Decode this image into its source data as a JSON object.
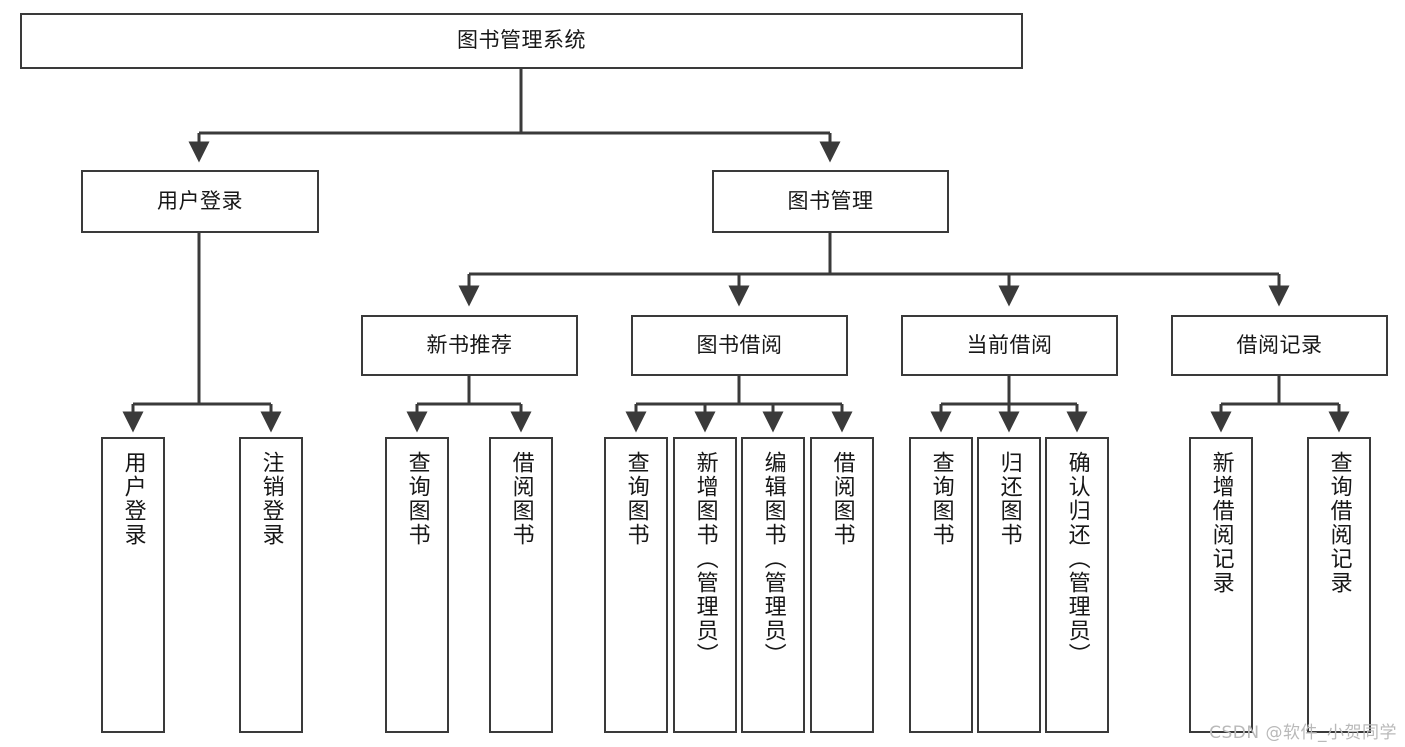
{
  "diagram": {
    "title": "图书管理系统",
    "type": "tree",
    "root": {
      "id": "root",
      "label": "图书管理系统"
    },
    "level2": [
      {
        "id": "user-login",
        "label": "用户登录"
      },
      {
        "id": "book-manage",
        "label": "图书管理"
      }
    ],
    "level3": [
      {
        "id": "new-book-recommend",
        "label": "新书推荐",
        "parent": "book-manage"
      },
      {
        "id": "book-borrow",
        "label": "图书借阅",
        "parent": "book-manage"
      },
      {
        "id": "current-borrow",
        "label": "当前借阅",
        "parent": "book-manage"
      },
      {
        "id": "borrow-record",
        "label": "借阅记录",
        "parent": "book-manage"
      }
    ],
    "leaves": [
      {
        "id": "leaf-user-login",
        "label": "用户登录",
        "parent": "user-login"
      },
      {
        "id": "leaf-logout-login",
        "label": "注销登录",
        "parent": "user-login"
      },
      {
        "id": "leaf-query-book-1",
        "label": "查询图书",
        "parent": "new-book-recommend"
      },
      {
        "id": "leaf-borrow-book-1",
        "label": "借阅图书",
        "parent": "new-book-recommend"
      },
      {
        "id": "leaf-query-book-2",
        "label": "查询图书",
        "parent": "book-borrow"
      },
      {
        "id": "leaf-add-book",
        "label": "新增图书（管理员）",
        "parent": "book-borrow"
      },
      {
        "id": "leaf-edit-book",
        "label": "编辑图书（管理员）",
        "parent": "book-borrow"
      },
      {
        "id": "leaf-borrow-book-2",
        "label": "借阅图书",
        "parent": "book-borrow"
      },
      {
        "id": "leaf-query-book-3",
        "label": "查询图书",
        "parent": "current-borrow"
      },
      {
        "id": "leaf-return-book",
        "label": "归还图书",
        "parent": "current-borrow"
      },
      {
        "id": "leaf-confirm-return",
        "label": "确认归还（管理员）",
        "parent": "current-borrow"
      },
      {
        "id": "leaf-add-record",
        "label": "新增借阅记录",
        "parent": "borrow-record"
      },
      {
        "id": "leaf-query-record",
        "label": "查询借阅记录",
        "parent": "borrow-record"
      }
    ]
  },
  "watermark": {
    "text": "CSDN @软件_小贺同学"
  },
  "colors": {
    "stroke": "#3a3a3a",
    "text": "#171717",
    "background": "#ffffff",
    "watermark": "#b9b9b9"
  }
}
